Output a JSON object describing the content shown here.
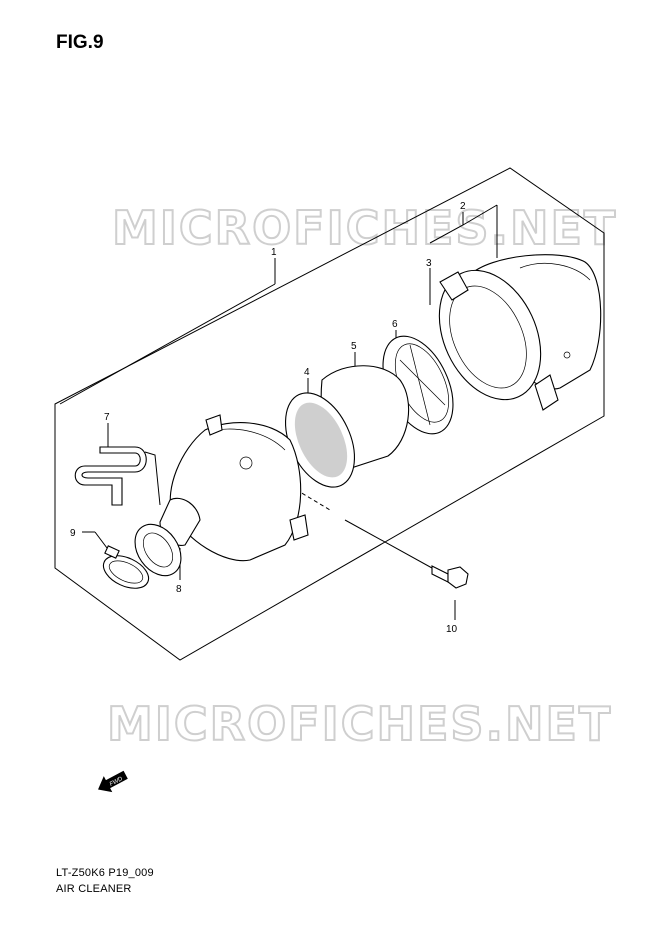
{
  "figure": {
    "title": "FIG.9",
    "code": "LT-Z50K6 P19_009",
    "name": "AIR CLEANER"
  },
  "watermark": {
    "text": "MICROFICHES.NET",
    "color": "#cfcfcf"
  },
  "callouts": [
    "1",
    "2",
    "3",
    "4",
    "5",
    "6",
    "7",
    "8",
    "9",
    "10"
  ],
  "icons": {
    "direction": "forward-arrow-icon",
    "direction_label": "FWD"
  }
}
